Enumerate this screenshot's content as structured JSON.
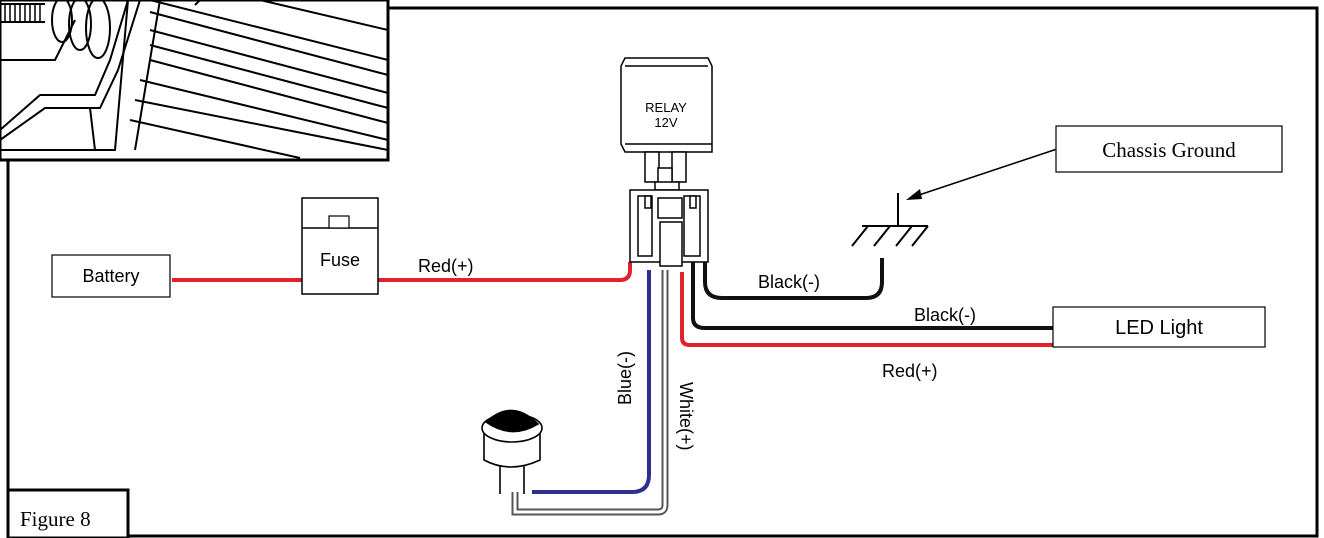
{
  "figure": {
    "label": "Figure 8"
  },
  "components": {
    "battery": "Battery",
    "fuse": "Fuse",
    "relay_line1": "RELAY",
    "relay_line2": "12V",
    "chassis_ground": "Chassis Ground",
    "led_light": "LED Light"
  },
  "wires": {
    "battery_to_relay": "Red(+)",
    "relay_to_ground": "Black(-)",
    "relay_to_led_black": "Black(-)",
    "relay_to_led_red": "Red(+)",
    "switch_blue": "Blue(-)",
    "switch_white": "White(+)"
  },
  "colors": {
    "red_wire": "#e0232b",
    "black_wire": "#111111",
    "blue_wire": "#2e2f8f",
    "white_wire": "#ffffff"
  }
}
